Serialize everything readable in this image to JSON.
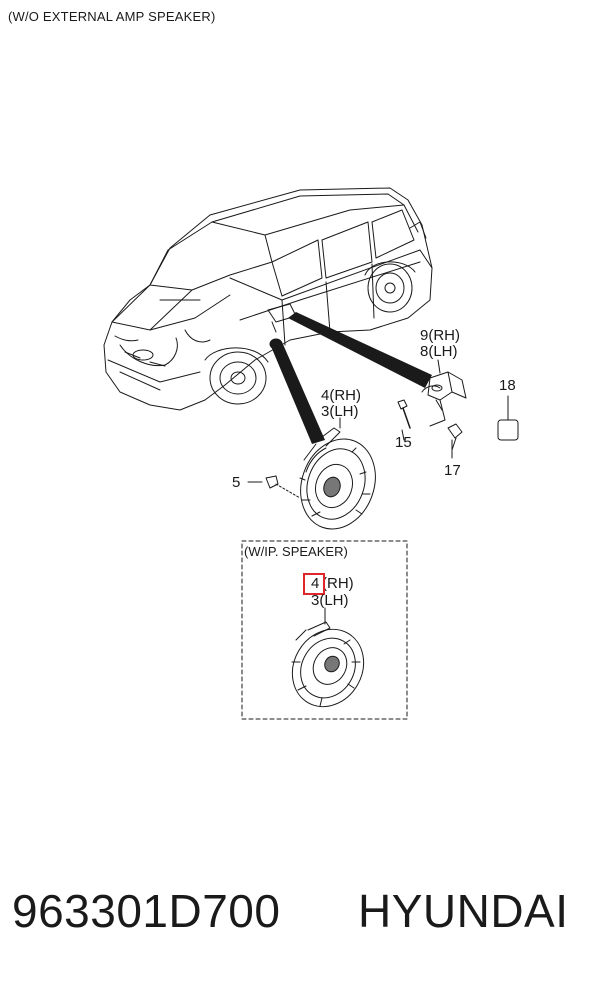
{
  "header": {
    "title": "(W/O EXTERNAL AMP SPEAKER)"
  },
  "callouts": {
    "p9": "9(RH)",
    "p8": "8(LH)",
    "p18": "18",
    "p15": "15",
    "p17": "17",
    "p4": "4(RH)",
    "p3": "3(LH)",
    "p5": "5"
  },
  "inset": {
    "title": "(W/IP. SPEAKER)",
    "p4_num": "4",
    "p4_side": "(RH)",
    "p3": "3(LH)"
  },
  "footer": {
    "part_number": "963301D700",
    "brand": "HYUNDAI"
  },
  "colors": {
    "highlight": "#e0262b",
    "line": "#1a1a1a"
  }
}
